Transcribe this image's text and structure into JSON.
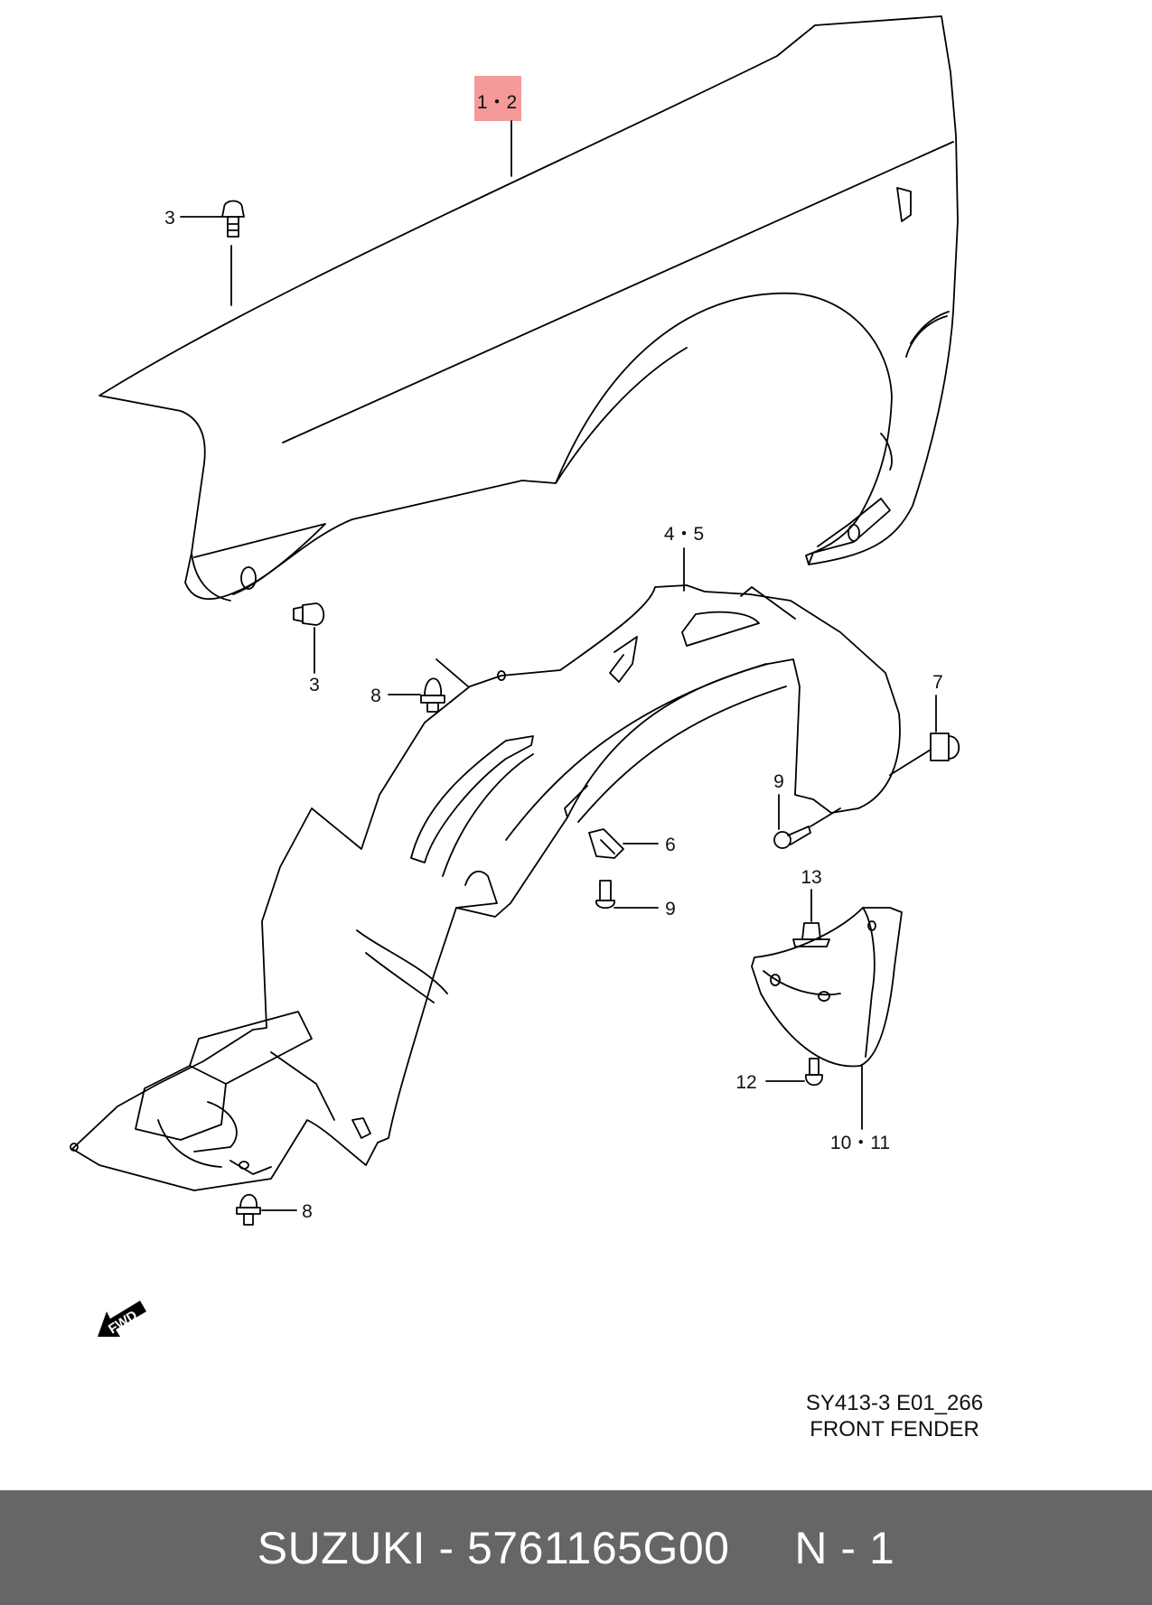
{
  "diagram": {
    "callouts": {
      "c_1_2": "1・2",
      "c_3_top": "3",
      "c_3_mid": "3",
      "c_4_5": "4・5",
      "c_7": "7",
      "c_8_top": "8",
      "c_8_bottom": "8",
      "c_6": "6",
      "c_9_right": "9",
      "c_9_center": "9",
      "c_13": "13",
      "c_12": "12",
      "c_10_11": "10・11"
    },
    "highlight_color": "#f59a9a",
    "fwd_label": "FWD",
    "reference_code": "SY413-3 E01_266",
    "reference_title": "FRONT FENDER"
  },
  "footer": {
    "text": "SUZUKI - 5761165G00     N - 1",
    "background": "#666666"
  }
}
